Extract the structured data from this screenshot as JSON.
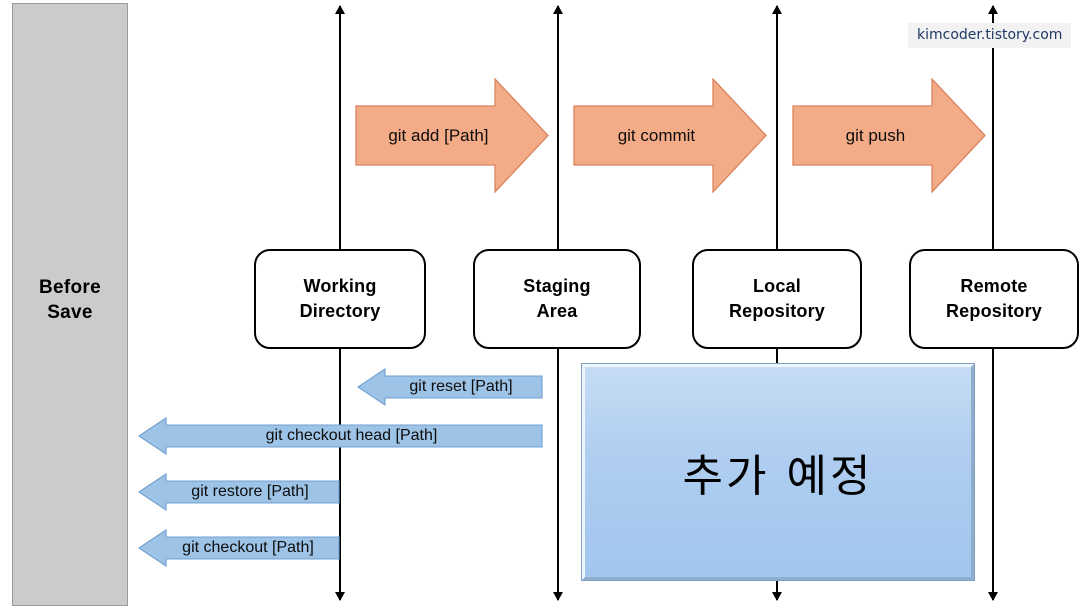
{
  "diagram": {
    "title": "Git workflow sequence diagram",
    "side_panel": {
      "label": "Before\nSave",
      "label_line1": "Before",
      "label_line2": "Save",
      "color": "#cbcbcb"
    },
    "watermark": "kimcoder.tistory.com",
    "nodes": [
      {
        "id": "working-directory",
        "label_line1": "Working",
        "label_line2": "Directory"
      },
      {
        "id": "staging-area",
        "label_line1": "Staging",
        "label_line2": "Area"
      },
      {
        "id": "local-repository",
        "label_line1": "Local",
        "label_line2": "Repository"
      },
      {
        "id": "remote-repository",
        "label_line1": "Remote",
        "label_line2": "Repository"
      }
    ],
    "forward_arrows": [
      {
        "id": "git-add",
        "label": "git add [Path]",
        "color": "#f4ab87",
        "direction": "right"
      },
      {
        "id": "git-commit",
        "label": "git commit",
        "color": "#f4ab87",
        "direction": "right"
      },
      {
        "id": "git-push",
        "label": "git push",
        "color": "#f4ab87",
        "direction": "right"
      }
    ],
    "reverse_arrows": [
      {
        "id": "git-reset",
        "label": "git reset [Path]",
        "color": "#9dc3e6",
        "direction": "left"
      },
      {
        "id": "git-checkout-head",
        "label": "git checkout head [Path]",
        "color": "#9dc3e6",
        "direction": "left"
      },
      {
        "id": "git-restore",
        "label": "git restore [Path]",
        "color": "#9dc3e6",
        "direction": "left"
      },
      {
        "id": "git-checkout",
        "label": "git checkout [Path]",
        "color": "#9dc3e6",
        "direction": "left"
      }
    ],
    "placeholder_panel": {
      "label": "추가 예정",
      "color": "#aecdf0"
    }
  }
}
